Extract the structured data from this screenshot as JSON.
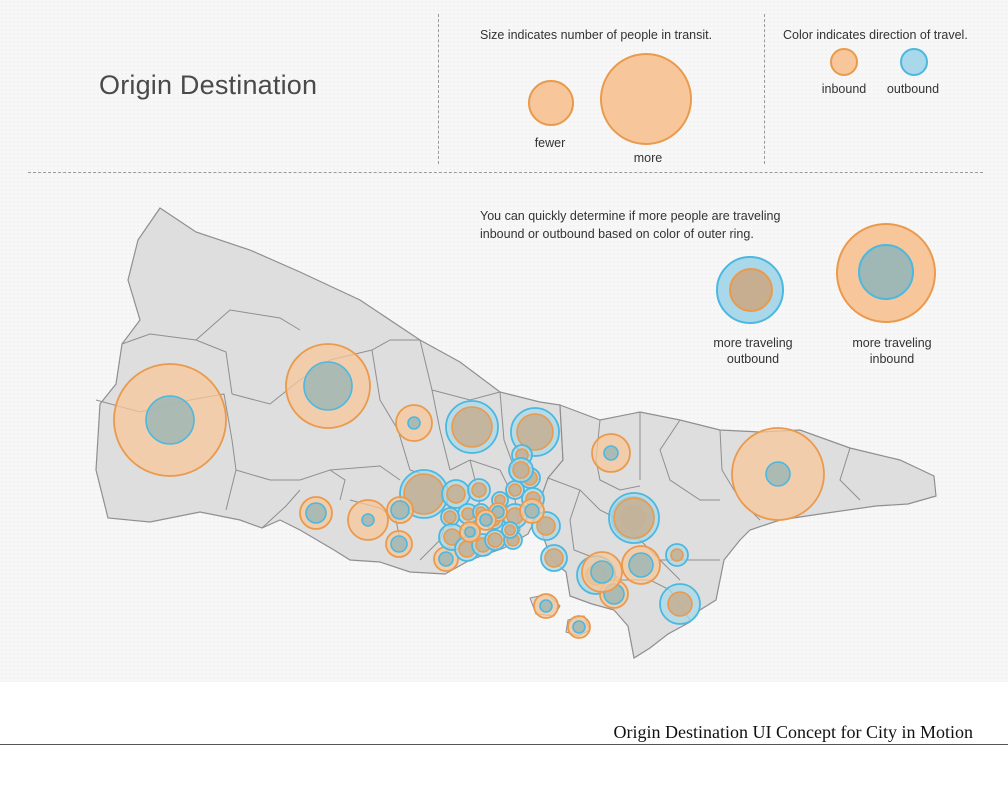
{
  "title": "Origin Destination",
  "legend_size": {
    "heading": "Size indicates number of people in transit.",
    "small_label": "fewer",
    "large_label": "more"
  },
  "legend_color": {
    "heading": "Color indicates direction of travel.",
    "inbound_label": "inbound",
    "outbound_label": "outbound"
  },
  "explainer": {
    "line1": "You can quickly determine if more people are traveling",
    "line2": "inbound or outbound based on color of outer ring.",
    "outbound_label_1": "more traveling",
    "outbound_label_2": "outbound",
    "inbound_label_1": "more traveling",
    "inbound_label_2": "inbound"
  },
  "caption": "Origin Destination UI Concept for City in Motion",
  "colors": {
    "inbound_fill": "#f7c79b",
    "inbound_stroke": "#ea9a4d",
    "outbound_fill": "#a9d8ea",
    "outbound_stroke": "#4cb8df",
    "land": "#dedede",
    "border": "#8f8f8f"
  },
  "map_stations": [
    {
      "outer": "inbound",
      "outer_level": 56,
      "inner_level": 24
    },
    {
      "outer": "inbound",
      "outer_level": 42,
      "inner_level": 24
    },
    {
      "outer": "inbound",
      "outer_level": 18,
      "inner_level": 6
    },
    {
      "outer": "outbound",
      "outer_level": 26,
      "inner_level": 20
    },
    {
      "outer": "outbound",
      "outer_level": 24,
      "inner_level": 18
    },
    {
      "outer": "inbound",
      "outer_level": 19,
      "inner_level": 7
    },
    {
      "outer": "inbound",
      "outer_level": 46,
      "inner_level": 12
    },
    {
      "outer": "inbound",
      "outer_level": 16,
      "inner_level": 10
    },
    {
      "outer": "inbound",
      "outer_level": 20,
      "inner_level": 6
    },
    {
      "outer": "outbound",
      "outer_level": 24,
      "inner_level": 20
    },
    {
      "outer": "inbound",
      "outer_level": 13,
      "inner_level": 9
    },
    {
      "outer": "inbound",
      "outer_level": 13,
      "inner_level": 8
    },
    {
      "outer": "inbound",
      "outer_level": 12,
      "inner_level": 7
    },
    {
      "outer": "outbound",
      "outer_level": 14,
      "inner_level": 9
    },
    {
      "outer": "outbound",
      "outer_level": 11,
      "inner_level": 7
    },
    {
      "outer": "outbound",
      "outer_level": 9,
      "inner_level": 6
    },
    {
      "outer": "outbound",
      "outer_level": 11,
      "inner_level": 7
    },
    {
      "outer": "outbound",
      "outer_level": 10,
      "inner_level": 6
    },
    {
      "outer": "outbound",
      "outer_level": 12,
      "inner_level": 8
    },
    {
      "outer": "outbound",
      "outer_level": 10,
      "inner_level": 6
    },
    {
      "outer": "outbound",
      "outer_level": 9,
      "inner_level": 6
    },
    {
      "outer": "outbound",
      "outer_level": 13,
      "inner_level": 8
    },
    {
      "outer": "outbound",
      "outer_level": 12,
      "inner_level": 8
    },
    {
      "outer": "outbound",
      "outer_level": 11,
      "inner_level": 7
    },
    {
      "outer": "outbound",
      "outer_level": 10,
      "inner_level": 7
    },
    {
      "outer": "outbound",
      "outer_level": 9,
      "inner_level": 6
    },
    {
      "outer": "outbound",
      "outer_level": 8,
      "inner_level": 5
    },
    {
      "outer": "outbound",
      "outer_level": 9,
      "inner_level": 6
    },
    {
      "outer": "outbound",
      "outer_level": 8,
      "inner_level": 5
    },
    {
      "outer": "outbound",
      "outer_level": 8,
      "inner_level": 5
    },
    {
      "outer": "inbound",
      "outer_level": 9,
      "inner_level": 6
    },
    {
      "outer": "inbound",
      "outer_level": 8,
      "inner_level": 5
    },
    {
      "outer": "inbound",
      "outer_level": 10,
      "inner_level": 6
    },
    {
      "outer": "outbound",
      "outer_level": 14,
      "inner_level": 9
    },
    {
      "outer": "inbound",
      "outer_level": 12,
      "inner_level": 7
    },
    {
      "outer": "outbound",
      "outer_level": 13,
      "inner_level": 9
    },
    {
      "outer": "outbound",
      "outer_level": 10,
      "inner_level": 7
    },
    {
      "outer": "outbound",
      "outer_level": 10,
      "inner_level": 6
    },
    {
      "outer": "outbound",
      "outer_level": 12,
      "inner_level": 8
    },
    {
      "outer": "outbound",
      "outer_level": 19,
      "inner_level": 10
    },
    {
      "outer": "outbound",
      "outer_level": 21,
      "inner_level": 12
    },
    {
      "outer": "outbound",
      "outer_level": 25,
      "inner_level": 20
    },
    {
      "outer": "inbound",
      "outer_level": 19,
      "inner_level": 12
    },
    {
      "outer": "outbound",
      "outer_level": 11,
      "inner_level": 6
    },
    {
      "outer": "outbound",
      "outer_level": 20,
      "inner_level": 12
    },
    {
      "outer": "inbound",
      "outer_level": 14,
      "inner_level": 10
    },
    {
      "outer": "inbound",
      "outer_level": 20,
      "inner_level": 11
    },
    {
      "outer": "inbound",
      "outer_level": 12,
      "inner_level": 6
    },
    {
      "outer": "inbound",
      "outer_level": 11,
      "inner_level": 6
    },
    {
      "outer": "inbound",
      "outer_level": 10,
      "inner_level": 5
    }
  ]
}
